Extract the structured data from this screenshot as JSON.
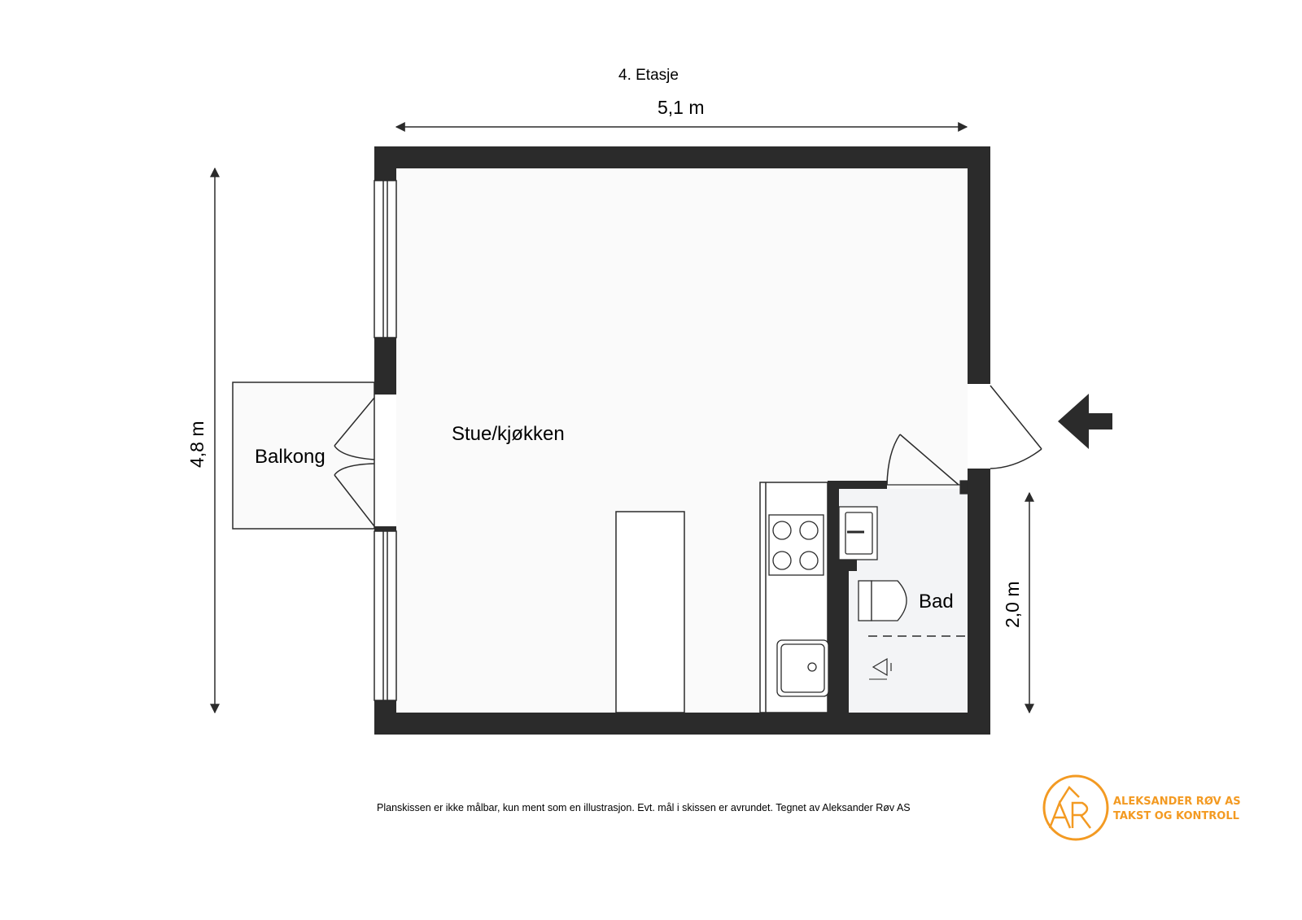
{
  "plan": {
    "floor_label": "4. Etasje",
    "width_dim": "5,1 m",
    "height_dim": "4,8 m",
    "bath_dim": "2,0 m",
    "rooms": {
      "living": "Stue/kjøkken",
      "balcony": "Balkong",
      "bath": "Bad"
    },
    "disclaimer": "Planskissen er ikke målbar, kun ment som en illustrasjon. Evt. mål i skissen er avrundet. Tegnet av Aleksander Røv AS"
  },
  "logo": {
    "line1": "ALEKSANDER RØV AS",
    "line2": "TAKST OG KONTROLL",
    "mark": "AR",
    "color": "#f39a22"
  },
  "colors": {
    "wall": "#2b2b2b",
    "floor": "#fafafa",
    "bath_floor": "#f3f4f6"
  }
}
